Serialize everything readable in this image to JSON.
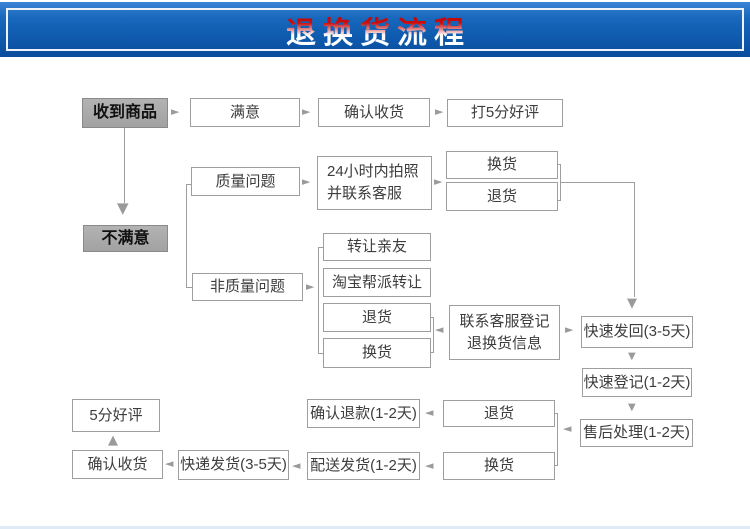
{
  "header": {
    "title": "退换货流程"
  },
  "colors": {
    "banner_blue": "#1160b4",
    "banner_inner_border": "#eef3fa",
    "title_red": "#c00000",
    "title_white": "#ffffff",
    "box_border": "#9e9e9e",
    "gray_box_fill": "#a6a6a6",
    "arrow_gray": "#9a9a9a",
    "text_color": "#3d3d3d"
  },
  "icons": {
    "arrow_right": "►",
    "arrow_left": "◄",
    "arrow_up": "▲",
    "arrow_down": "▼"
  },
  "nodes": [
    {
      "label": "收到商品"
    },
    {
      "label": "满意"
    },
    {
      "label": "确认收货"
    },
    {
      "label": "打5分好评"
    },
    {
      "label": "不满意"
    },
    {
      "label": "质量问题"
    },
    {
      "label": "24小时内拍照\n并联系客服"
    },
    {
      "label": "换货"
    },
    {
      "label": "退货"
    },
    {
      "label": "非质量问题"
    },
    {
      "label": "转让亲友"
    },
    {
      "label": "淘宝帮派转让"
    },
    {
      "label": "退货"
    },
    {
      "label": "换货"
    },
    {
      "label": "联系客服登记\n退换货信息"
    },
    {
      "label": "快速发回(3-5天)"
    },
    {
      "label": "快速登记(1-2天)"
    },
    {
      "label": "售后处理(1-2天)"
    },
    {
      "label": "退货"
    },
    {
      "label": "确认退款(1-2天)"
    },
    {
      "label": "换货"
    },
    {
      "label": "配送发货(1-2天)"
    },
    {
      "label": "快递发货(3-5天)"
    },
    {
      "label": "确认收货"
    },
    {
      "label": "5分好评"
    }
  ]
}
